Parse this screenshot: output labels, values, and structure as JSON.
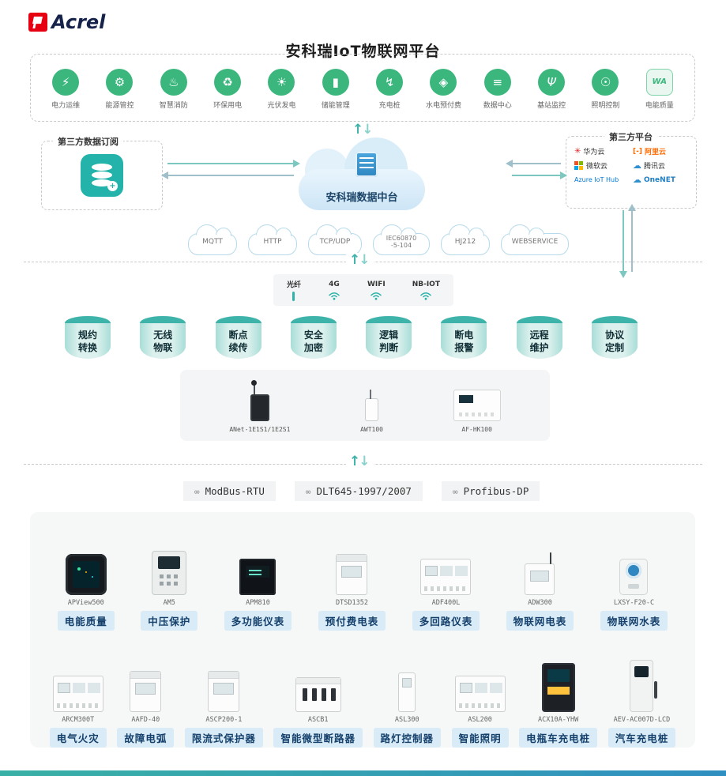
{
  "brand": {
    "name": "Acrel"
  },
  "title": "安科瑞IoT物联网平台",
  "apps": [
    {
      "label": "电力运维",
      "glyph": "⚡"
    },
    {
      "label": "能源管控",
      "glyph": "⚙"
    },
    {
      "label": "智慧消防",
      "glyph": "♨"
    },
    {
      "label": "环保用电",
      "glyph": "♻"
    },
    {
      "label": "光伏发电",
      "glyph": "☀"
    },
    {
      "label": "储能管理",
      "glyph": "▮"
    },
    {
      "label": "充电桩",
      "glyph": "↯"
    },
    {
      "label": "水电预付费",
      "glyph": "◈"
    },
    {
      "label": "数据中心",
      "glyph": "≡"
    },
    {
      "label": "基站监控",
      "glyph": "Ψ"
    },
    {
      "label": "照明控制",
      "glyph": "☉"
    },
    {
      "label": "电能质量",
      "glyph": "WA"
    }
  ],
  "subscription": {
    "title": "第三方数据订阅"
  },
  "platform": {
    "label": "安科瑞数据中台"
  },
  "thirdparty": {
    "title": "第三方平台",
    "huawei": "华为云",
    "aliyun": "阿里云",
    "aliyun_prefix": "[-]",
    "microsoft": "微软云",
    "tencent": "腾讯云",
    "azure": "Azure IoT Hub",
    "onenet": "OneNET"
  },
  "protocol_clouds": [
    "MQTT",
    "HTTP",
    "TCP/UDP",
    "IEC60870\n-5-104",
    "HJ212",
    "WEBSERVICE"
  ],
  "connectivity": [
    "光纤",
    "4G",
    "WIFI",
    "NB-IOT"
  ],
  "capabilities": [
    "规约\n转换",
    "无线\n物联",
    "断点\n续传",
    "安全\n加密",
    "逻辑\n判断",
    "断电\n报警",
    "远程\n维护",
    "协议\n定制"
  ],
  "gateways": [
    "ANet-1E1S1/1E2S1",
    "AWT100",
    "AF-HK100"
  ],
  "field_protocols": [
    "ModBus-RTU",
    "DLT645-1997/2007",
    "Profibus-DP"
  ],
  "colors": {
    "accent_teal": "#3eb3aa",
    "accent_green": "#3bb77e",
    "badge_bg": "#d8ebf7",
    "badge_text": "#15406b",
    "footer": "#2f9fbf",
    "brand_red": "#e60012"
  },
  "devices_row1": [
    {
      "model": "APView500",
      "category": "电能质量",
      "variant": "v-black"
    },
    {
      "model": "AM5",
      "category": "中压保护",
      "variant": "v-gray"
    },
    {
      "model": "APM810",
      "category": "多功能仪表",
      "variant": "v-dark"
    },
    {
      "model": "DTSD1352",
      "category": "预付费电表",
      "variant": "v-din"
    },
    {
      "model": "ADF400L",
      "category": "多回路仪表",
      "variant": "v-din-wide"
    },
    {
      "model": "ADW300",
      "category": "物联网电表",
      "variant": "v-iot"
    },
    {
      "model": "LXSY-F20-C",
      "category": "物联网水表",
      "variant": "v-water"
    }
  ],
  "devices_row2": [
    {
      "model": "ARCM300T",
      "category": "电气火灾",
      "variant": "v-din-wide"
    },
    {
      "model": "AAFD-40",
      "category": "故障电弧",
      "variant": "v-din"
    },
    {
      "model": "ASCP200-1",
      "category": "限流式保护器",
      "variant": "v-din"
    },
    {
      "model": "ASCB1",
      "category": "智能微型断路器",
      "variant": "v-breaker"
    },
    {
      "model": "ASL300",
      "category": "路灯控制器",
      "variant": "v-slim"
    },
    {
      "model": "ASL200",
      "category": "智能照明",
      "variant": "v-din-wide"
    },
    {
      "model": "ACX10A-YHW",
      "category": "电瓶车充电桩",
      "variant": "v-pile"
    },
    {
      "model": "AEV-AC007D-LCD",
      "category": "汽车充电桩",
      "variant": "v-pillar"
    }
  ]
}
